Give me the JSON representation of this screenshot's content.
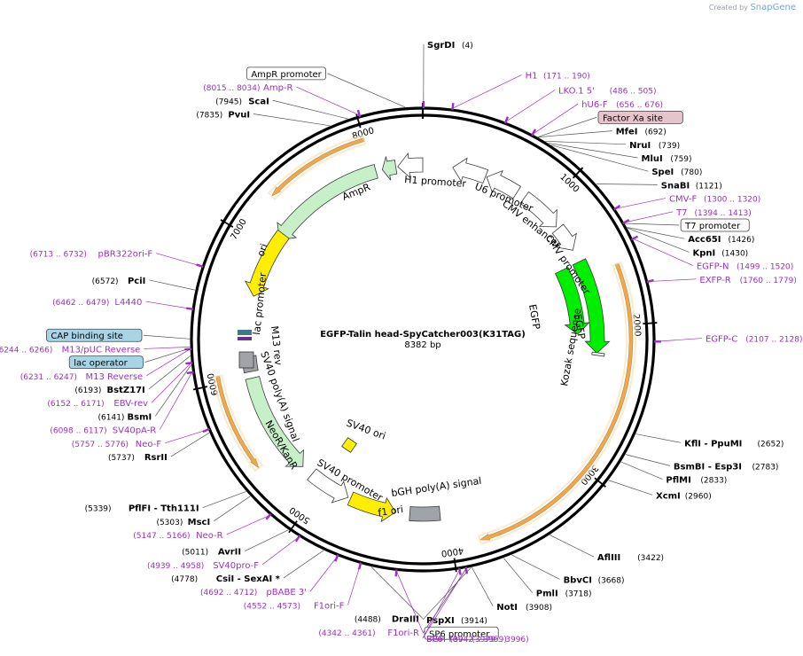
{
  "app": {
    "credit_prefix": "Created by",
    "credit_brand": "SnapGene"
  },
  "plasmid": {
    "name": "EGFP-Talin head-SpyCatcher003(K31TAG)",
    "length_label": "8382 bp",
    "length_bp": 8382
  },
  "colors": {
    "enzyme": "#000000",
    "primer": "#9b2fc1",
    "feature_green": "#c8f0c8",
    "feature_bright": "#00ee00",
    "ori_yellow": "#ffee00",
    "orf_orange": "#e8a040",
    "marker_purple": "#9b2fc1",
    "box_blue": "#a8d4e6",
    "box_pink": "#e6c4cc"
  },
  "ticks": [
    {
      "bp": 1000,
      "label": "1000"
    },
    {
      "bp": 2000,
      "label": "2000"
    },
    {
      "bp": 3000,
      "label": "3000"
    },
    {
      "bp": 4000,
      "label": "4000"
    },
    {
      "bp": 5000,
      "label": "5000"
    },
    {
      "bp": 6000,
      "label": "6000"
    },
    {
      "bp": 7000,
      "label": "7000"
    },
    {
      "bp": 8000,
      "label": "8000"
    }
  ],
  "site_markers": [
    4,
    171,
    486,
    656,
    1300,
    1394,
    1499,
    1760,
    2107,
    3942,
    3979,
    4342,
    4552,
    4692,
    4939,
    5147,
    5757,
    6098,
    6152,
    6231,
    6462,
    6713,
    8015
  ],
  "outer_labels": [
    {
      "name": "SgrDI",
      "coord": "(4)",
      "kind": "enzyme",
      "bp": 4
    },
    {
      "name": "H1",
      "coord": "(171 .. 190)",
      "kind": "primer",
      "bp": 171
    },
    {
      "name": "LKO.1 5'",
      "coord": "(486 .. 505)",
      "kind": "primer",
      "bp": 486
    },
    {
      "name": "hU6-F",
      "coord": "(656 .. 676)",
      "kind": "primer",
      "bp": 656
    },
    {
      "name": "Factor Xa site",
      "coord": "",
      "kind": "box-pink",
      "bp": 690
    },
    {
      "name": "MfeI",
      "coord": "(692)",
      "kind": "enzyme",
      "bp": 692
    },
    {
      "name": "NruI",
      "coord": "(739)",
      "kind": "enzyme",
      "bp": 739
    },
    {
      "name": "MluI",
      "coord": "(759)",
      "kind": "enzyme",
      "bp": 759
    },
    {
      "name": "SpeI",
      "coord": "(780)",
      "kind": "enzyme",
      "bp": 780
    },
    {
      "name": "SnaBI",
      "coord": "(1121)",
      "kind": "enzyme",
      "bp": 1121
    },
    {
      "name": "CMV-F",
      "coord": "(1300 .. 1320)",
      "kind": "primer",
      "bp": 1300
    },
    {
      "name": "T7",
      "coord": "(1394 .. 1413)",
      "kind": "primer",
      "bp": 1394
    },
    {
      "name": "T7 promoter",
      "coord": "",
      "kind": "box-white",
      "bp": 1400
    },
    {
      "name": "Acc65I",
      "coord": "(1426)",
      "kind": "enzyme",
      "bp": 1426
    },
    {
      "name": "KpnI",
      "coord": "(1430)",
      "kind": "enzyme",
      "bp": 1430
    },
    {
      "name": "EGFP-N",
      "coord": "(1499 .. 1520)",
      "kind": "primer",
      "bp": 1499
    },
    {
      "name": "EXFP-R",
      "coord": "(1760 .. 1779)",
      "kind": "primer",
      "bp": 1760
    },
    {
      "name": "EGFP-C",
      "coord": "(2107 .. 2128)",
      "kind": "primer",
      "bp": 2107
    },
    {
      "name": "KflI - PpuMI",
      "coord": "(2652)",
      "kind": "enzyme",
      "bp": 2652
    },
    {
      "name": "BsmBI - Esp3I",
      "coord": "(2783)",
      "kind": "enzyme",
      "bp": 2783
    },
    {
      "name": "PflMI",
      "coord": "(2833)",
      "kind": "enzyme",
      "bp": 2833
    },
    {
      "name": "XcmI",
      "coord": "(2960)",
      "kind": "enzyme",
      "bp": 2960
    },
    {
      "name": "AflIII",
      "coord": "(3422)",
      "kind": "enzyme",
      "bp": 3422
    },
    {
      "name": "BbvCI",
      "coord": "(3668)",
      "kind": "enzyme",
      "bp": 3668
    },
    {
      "name": "PmlI",
      "coord": "(3718)",
      "kind": "enzyme",
      "bp": 3718
    },
    {
      "name": "NotI",
      "coord": "(3908)",
      "kind": "enzyme",
      "bp": 3908
    },
    {
      "name": "PspXI",
      "coord": "(3914)",
      "kind": "enzyme",
      "bp": 3914
    },
    {
      "name": "SP6 promoter",
      "coord": "",
      "kind": "box-white",
      "bp": 3940
    },
    {
      "name": "SP6",
      "coord": "(3942 .. 3959)",
      "kind": "primer",
      "bp": 3942
    },
    {
      "name": "BGH-rev",
      "coord": "(3979 .. 3996)",
      "kind": "primer",
      "bp": 3979
    },
    {
      "name": "F1ori-R",
      "coord": "(4342 .. 4361)",
      "kind": "primer",
      "bp": 4342
    },
    {
      "name": "DraIII",
      "coord": "(4488)",
      "kind": "enzyme",
      "bp": 4488
    },
    {
      "name": "F1ori-F",
      "coord": "(4552 .. 4573)",
      "kind": "primer",
      "bp": 4552
    },
    {
      "name": "pBABE 3'",
      "coord": "(4692 .. 4712)",
      "kind": "primer",
      "bp": 4692
    },
    {
      "name": "CsiI - SexAI *",
      "coord": "(4778)",
      "kind": "enzyme",
      "bp": 4778
    },
    {
      "name": "SV40pro-F",
      "coord": "(4939 .. 4958)",
      "kind": "primer",
      "bp": 4939
    },
    {
      "name": "AvrII",
      "coord": "(5011)",
      "kind": "enzyme",
      "bp": 5011
    },
    {
      "name": "Neo-R",
      "coord": "(5147 .. 5166)",
      "kind": "primer",
      "bp": 5147
    },
    {
      "name": "MscI",
      "coord": "(5303)",
      "kind": "enzyme",
      "bp": 5303
    },
    {
      "name": "PflFI - Tth111I",
      "coord": "(5339)",
      "kind": "enzyme",
      "bp": 5339
    },
    {
      "name": "RsrII",
      "coord": "(5737)",
      "kind": "enzyme",
      "bp": 5737
    },
    {
      "name": "Neo-F",
      "coord": "(5757 .. 5776)",
      "kind": "primer",
      "bp": 5757
    },
    {
      "name": "SV40pA-R",
      "coord": "(6098 .. 6117)",
      "kind": "primer",
      "bp": 6098
    },
    {
      "name": "BsmI",
      "coord": "(6141)",
      "kind": "enzyme",
      "bp": 6141
    },
    {
      "name": "EBV-rev",
      "coord": "(6152 .. 6171)",
      "kind": "primer",
      "bp": 6152
    },
    {
      "name": "BstZ17I",
      "coord": "(6193)",
      "kind": "enzyme",
      "bp": 6193
    },
    {
      "name": "M13 Reverse",
      "coord": "(6231 .. 6247)",
      "kind": "primer",
      "bp": 6231
    },
    {
      "name": "lac operator",
      "coord": "",
      "kind": "box-blue",
      "bp": 6236
    },
    {
      "name": "M13/pUC Reverse",
      "coord": "(6244 .. 6266)",
      "kind": "primer",
      "bp": 6244
    },
    {
      "name": "CAP binding site",
      "coord": "",
      "kind": "box-blue",
      "bp": 6290
    },
    {
      "name": "L4440",
      "coord": "(6462 .. 6479)",
      "kind": "primer",
      "bp": 6462
    },
    {
      "name": "PciI",
      "coord": "(6572)",
      "kind": "enzyme",
      "bp": 6572
    },
    {
      "name": "pBR322ori-F",
      "coord": "(6713 .. 6732)",
      "kind": "primer",
      "bp": 6713
    },
    {
      "name": "PvuI",
      "coord": "(7835)",
      "kind": "enzyme",
      "bp": 7835
    },
    {
      "name": "ScaI",
      "coord": "(7945)",
      "kind": "enzyme",
      "bp": 7945
    },
    {
      "name": "Amp-R",
      "coord": "(8015 .. 8034)",
      "kind": "primer",
      "bp": 8015
    },
    {
      "name": "AmpR promoter",
      "coord": "",
      "kind": "box-white",
      "bp": 8280
    }
  ],
  "features": [
    {
      "name": "AmpR",
      "start": 7100,
      "end": 8020,
      "dir": "ccw",
      "color": "#c8f0c8",
      "track": 1
    },
    {
      "name": "AmpR promoter",
      "start": 8070,
      "end": 8175,
      "dir": "ccw",
      "color": "#c8f0c8",
      "track": 1
    },
    {
      "name": "H1 promoter",
      "start": 8190,
      "end": 8382,
      "dir": "ccw",
      "color": "#ffffff",
      "track": 1
    },
    {
      "name": "U6 promoter",
      "start": 230,
      "end": 490,
      "dir": "ccw",
      "color": "#ffffff",
      "track": 1
    },
    {
      "name": "U6 promoter",
      "start": 500,
      "end": 760,
      "dir": "ccw",
      "color": "#ffffff",
      "track": 1
    },
    {
      "name": "CMV enhancer",
      "start": 830,
      "end": 1160,
      "dir": "cw",
      "color": "#ffffff",
      "track": 1
    },
    {
      "name": "CMV promoter",
      "start": 1180,
      "end": 1380,
      "dir": "cw",
      "color": "#ffffff",
      "track": 1
    },
    {
      "name": "EGFP",
      "start": 1480,
      "end": 2200,
      "dir": "cw",
      "color": "#00ee00",
      "track": 1
    },
    {
      "name": "EGFP",
      "start": 1480,
      "end": 2050,
      "dir": "cw",
      "color": "#00ee00",
      "track": 2
    },
    {
      "name": "ori",
      "start": 6620,
      "end": 7150,
      "dir": "ccw",
      "color": "#ffee00",
      "track": 1
    },
    {
      "name": "NeoR/KanR",
      "start": 5200,
      "end": 5990,
      "dir": "ccw",
      "color": "#c8f0c8",
      "track": 1
    },
    {
      "name": "SV40 promoter",
      "start": 4780,
      "end": 5110,
      "dir": "ccw",
      "color": "#ffffff",
      "track": 1
    },
    {
      "name": "f1 ori",
      "start": 4400,
      "end": 4760,
      "dir": "ccw",
      "color": "#ffee00",
      "track": 1
    },
    {
      "name": "bGH poly(A) signal",
      "start": 4060,
      "end": 4290,
      "dir": "none",
      "color": "#a0a4a8",
      "track": 1
    },
    {
      "name": "SV40 poly(A) signal",
      "start": 6040,
      "end": 6160,
      "dir": "none",
      "color": "#a0a4a8",
      "track": 1
    }
  ],
  "orfs": [
    {
      "start": 1600,
      "end": 3820,
      "dir": "cw",
      "track": 0
    },
    {
      "start": 5400,
      "end": 6050,
      "dir": "ccw",
      "track": 0
    },
    {
      "start": 7300,
      "end": 8000,
      "dir": "ccw",
      "track": 0
    }
  ],
  "inner_labels": [
    {
      "text": "H1 promoter"
    },
    {
      "text": "U6 promoter"
    },
    {
      "text": "CMV enhancer"
    },
    {
      "text": "CMV promoter"
    },
    {
      "text": "EGFP"
    },
    {
      "text": "EGFP"
    },
    {
      "text": "Kozak sequence"
    },
    {
      "text": "AmpR"
    },
    {
      "text": "ori"
    },
    {
      "text": "lac promoter"
    },
    {
      "text": "M13 rev"
    },
    {
      "text": "SV40 poly(A) signal"
    },
    {
      "text": "NeoR/KanR"
    },
    {
      "text": "SV40 promoter"
    },
    {
      "text": "SV40 ori"
    },
    {
      "text": "f1 ori"
    },
    {
      "text": "bGH poly(A) signal"
    }
  ]
}
